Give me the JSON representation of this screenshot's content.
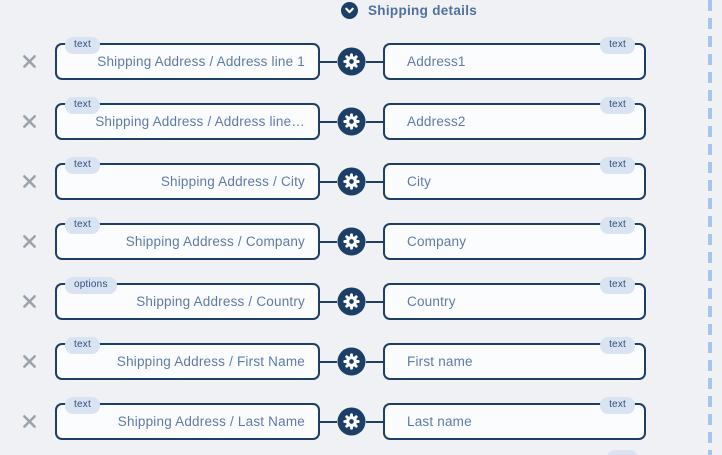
{
  "header": {
    "title": "Shipping details",
    "icon": "chevron-down-circle"
  },
  "rows": [
    {
      "source_badge": "text",
      "source_label": "Shipping Address / Address line 1",
      "target_badge": "text",
      "target_label": "Address1"
    },
    {
      "source_badge": "text",
      "source_label": "Shipping Address / Address line…",
      "target_badge": "text",
      "target_label": "Address2"
    },
    {
      "source_badge": "text",
      "source_label": "Shipping Address / City",
      "target_badge": "text",
      "target_label": "City"
    },
    {
      "source_badge": "text",
      "source_label": "Shipping Address / Company",
      "target_badge": "text",
      "target_label": "Company"
    },
    {
      "source_badge": "options",
      "source_label": "Shipping Address / Country",
      "target_badge": "text",
      "target_label": "Country"
    },
    {
      "source_badge": "text",
      "source_label": "Shipping Address / First Name",
      "target_badge": "text",
      "target_label": "First name"
    },
    {
      "source_badge": "text",
      "source_label": "Shipping Address / Last Name",
      "target_badge": "text",
      "target_label": "Last name"
    }
  ],
  "colors": {
    "navy": "#1d3f67",
    "field_label": "#5d7ba7",
    "badge_background": "#d9e3f2",
    "badge_text": "#31507c",
    "page_background": "#eff1f4",
    "remove_icon": "#9ba3ac",
    "dashed_edge": "#a4c6ee"
  }
}
